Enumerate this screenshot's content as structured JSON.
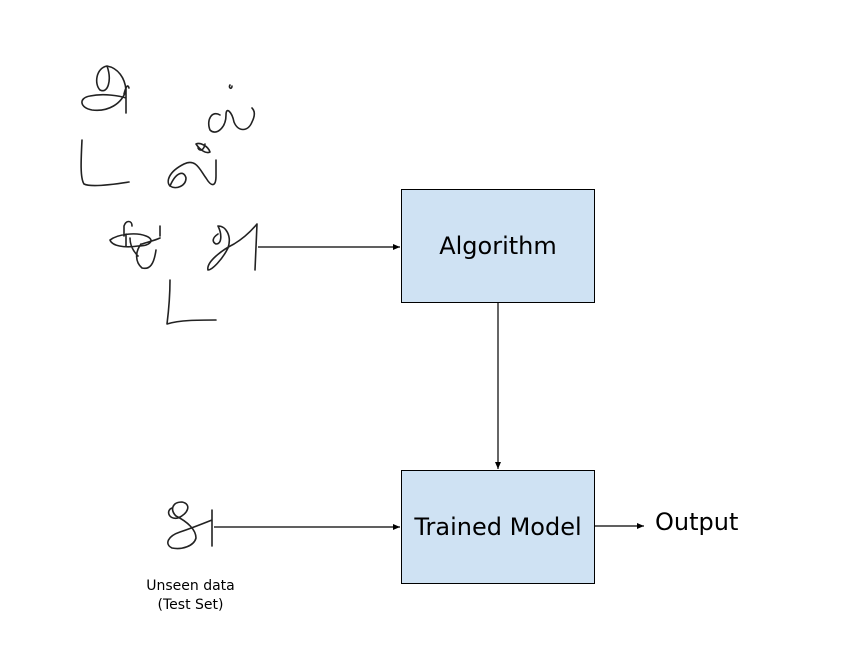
{
  "diagram": {
    "nodes": {
      "algorithm": {
        "label": "Algorithm"
      },
      "trained_model": {
        "label": "Trained Model"
      },
      "output": {
        "label": "Output"
      }
    },
    "inputs": {
      "training_data": {
        "description": "Handwritten Tamil characters (training samples)"
      },
      "unseen_data": {
        "label_line1": "Unseen data",
        "label_line2": "(Test Set)"
      }
    },
    "edges": [
      {
        "from": "training_data",
        "to": "algorithm"
      },
      {
        "from": "algorithm",
        "to": "trained_model"
      },
      {
        "from": "unseen_data",
        "to": "trained_model"
      },
      {
        "from": "trained_model",
        "to": "output"
      }
    ],
    "colors": {
      "box_fill": "#cfe2f3",
      "box_border": "#000000",
      "line": "#000000"
    }
  }
}
